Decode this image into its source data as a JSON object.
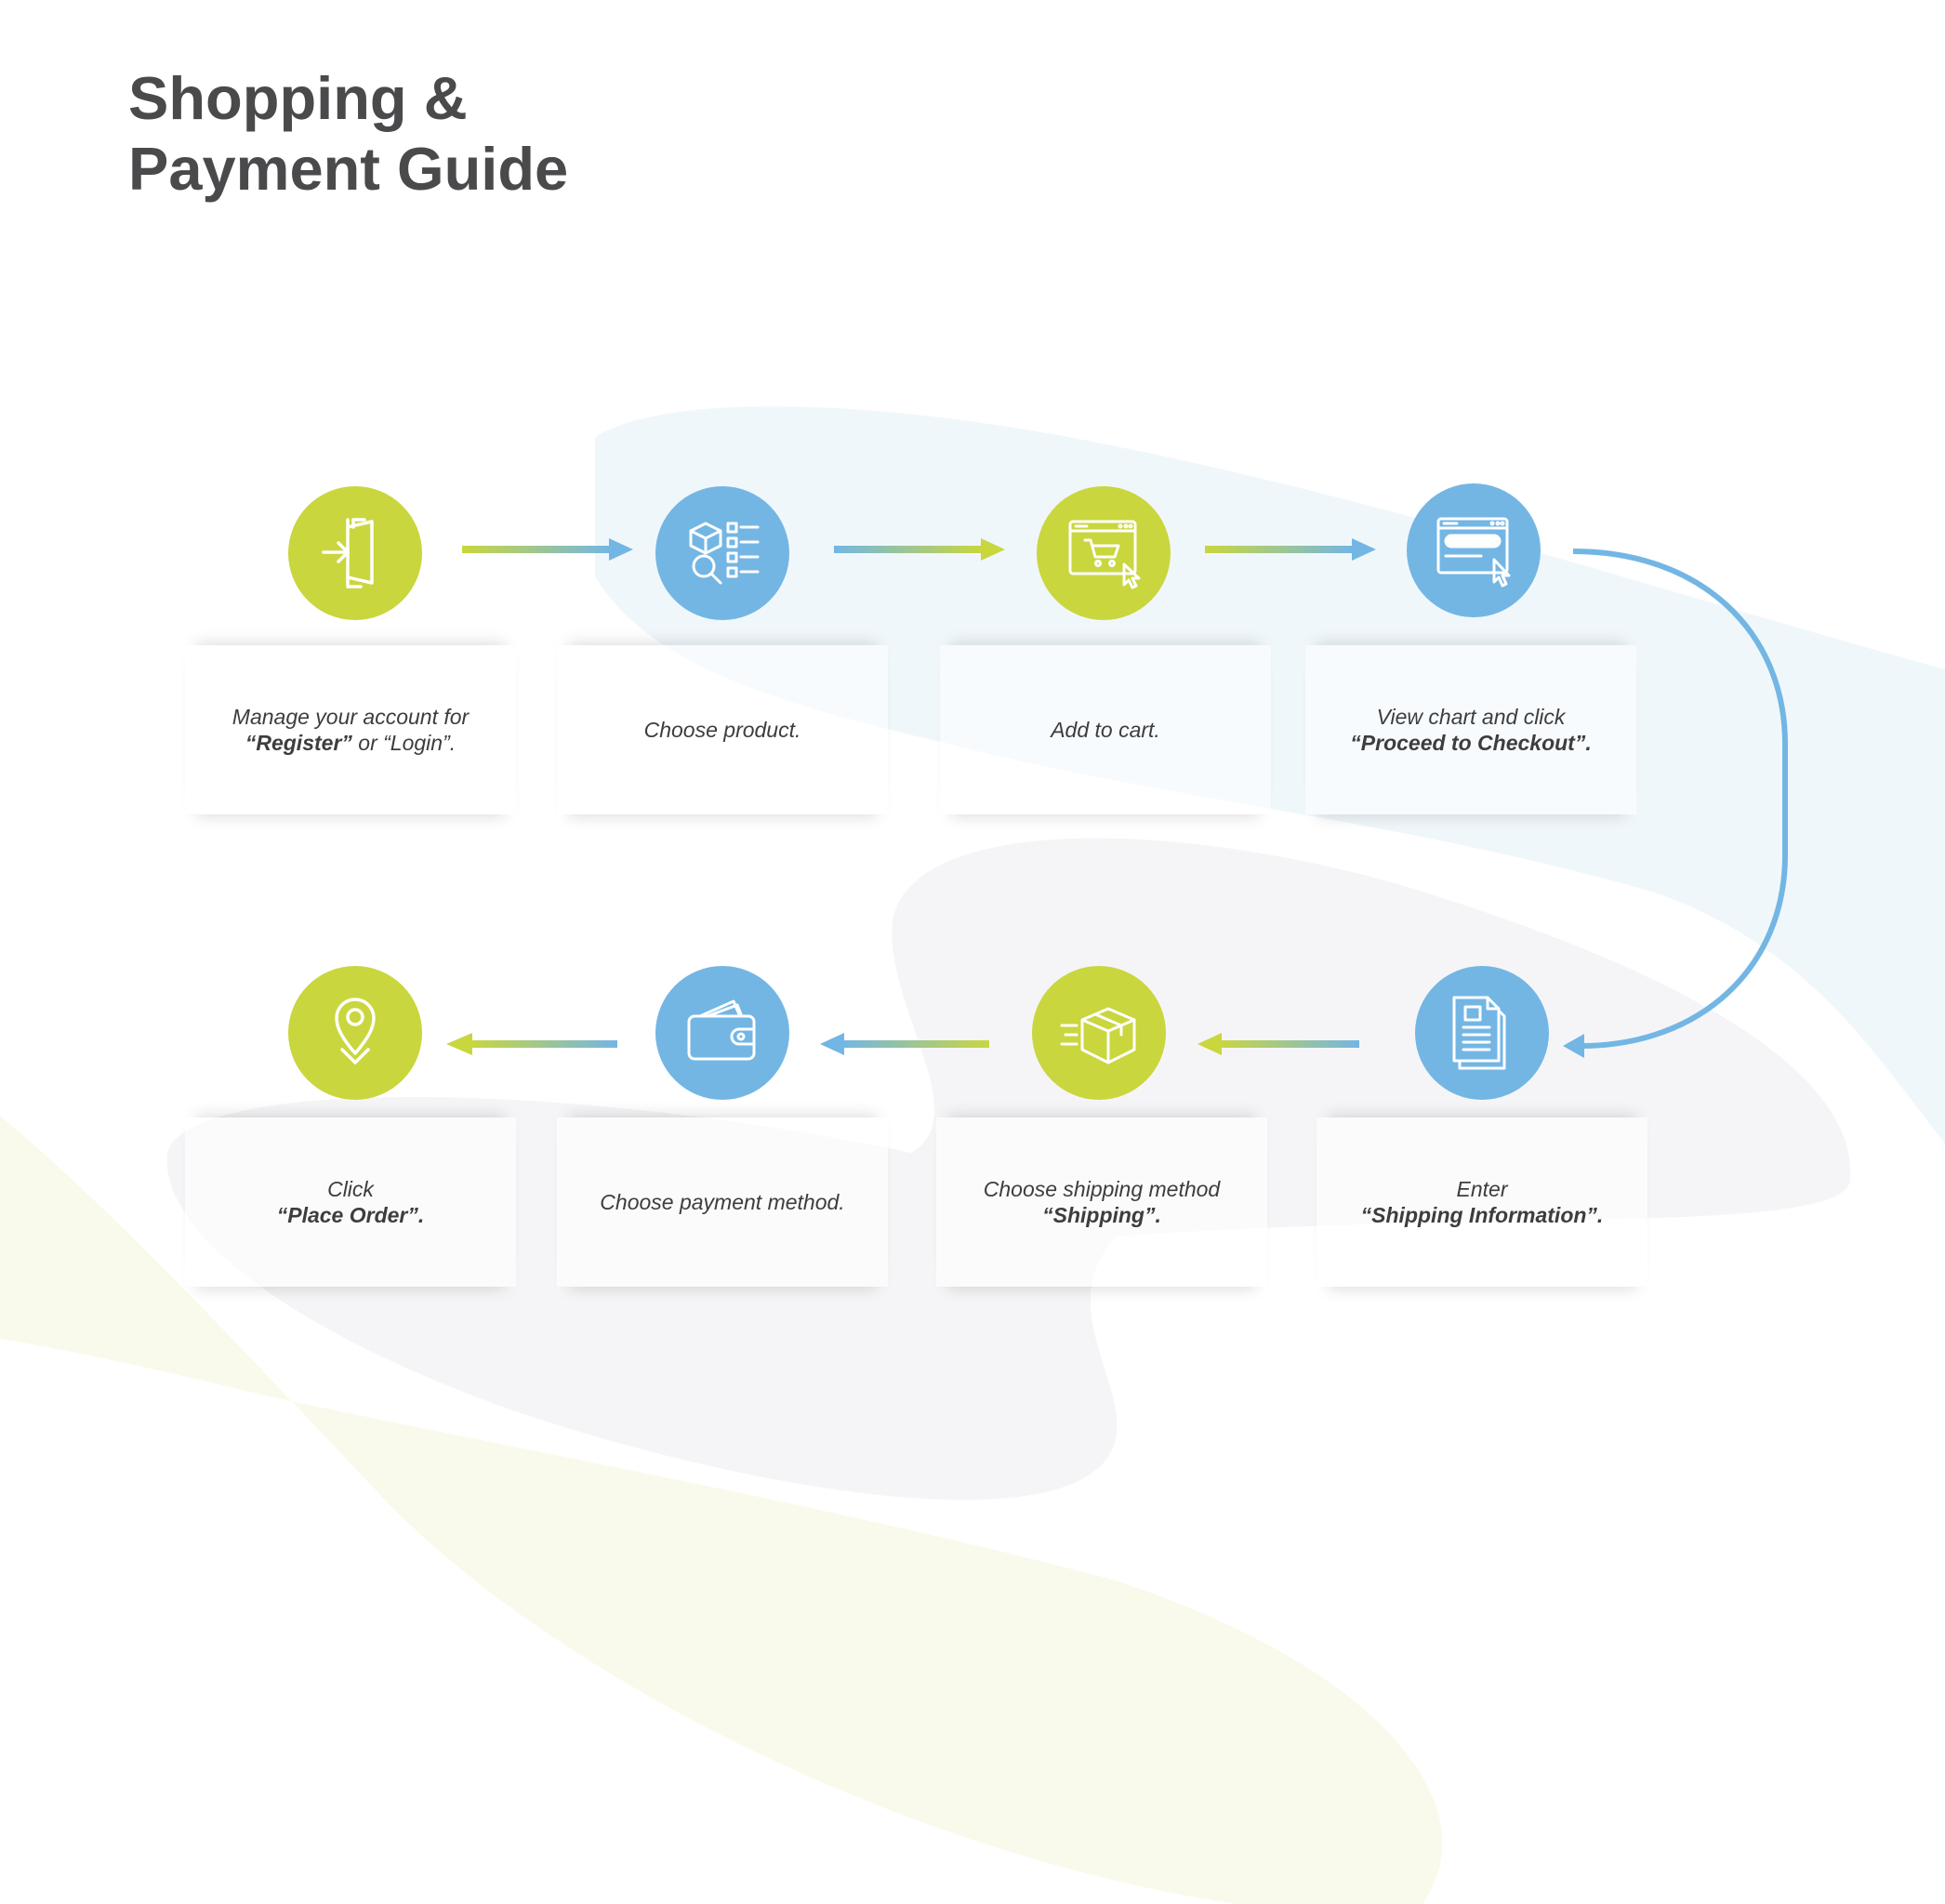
{
  "title": {
    "line1": "Shopping &",
    "line2": "Payment Guide"
  },
  "colors": {
    "green": "#c9d63e",
    "blue": "#73b6e4",
    "text": "#4a4a4c"
  },
  "steps": [
    {
      "icon": "login-door-icon",
      "color": "green",
      "line1_pre": "Manage your account for",
      "line1_bold": "",
      "line2_bold": "“Register”",
      "line2_post": " or “Login”."
    },
    {
      "icon": "product-search-icon",
      "color": "blue",
      "line1_pre": "Choose product.",
      "line1_bold": "",
      "line2_bold": "",
      "line2_post": ""
    },
    {
      "icon": "cart-browser-icon",
      "color": "green",
      "line1_pre": "Add to cart.",
      "line1_bold": "",
      "line2_bold": "",
      "line2_post": ""
    },
    {
      "icon": "checkout-browser-icon",
      "color": "blue",
      "line1_pre": "View chart and click",
      "line1_bold": "",
      "line2_bold": "“Proceed to Checkout”.",
      "line2_post": ""
    },
    {
      "icon": "document-icon",
      "color": "blue",
      "line1_pre": "Enter",
      "line1_bold": "",
      "line2_bold": "“Shipping Information”.",
      "line2_post": ""
    },
    {
      "icon": "shipping-box-icon",
      "color": "green",
      "line1_pre": "Choose shipping method",
      "line1_bold": "",
      "line2_bold": "“Shipping”.",
      "line2_post": ""
    },
    {
      "icon": "wallet-icon",
      "color": "blue",
      "line1_pre": "Choose payment method.",
      "line1_bold": "",
      "line2_bold": "",
      "line2_post": ""
    },
    {
      "icon": "location-pin-icon",
      "color": "green",
      "line1_pre": "Click",
      "line1_bold": "",
      "line2_bold": "“Place Order”.",
      "line2_post": ""
    }
  ]
}
